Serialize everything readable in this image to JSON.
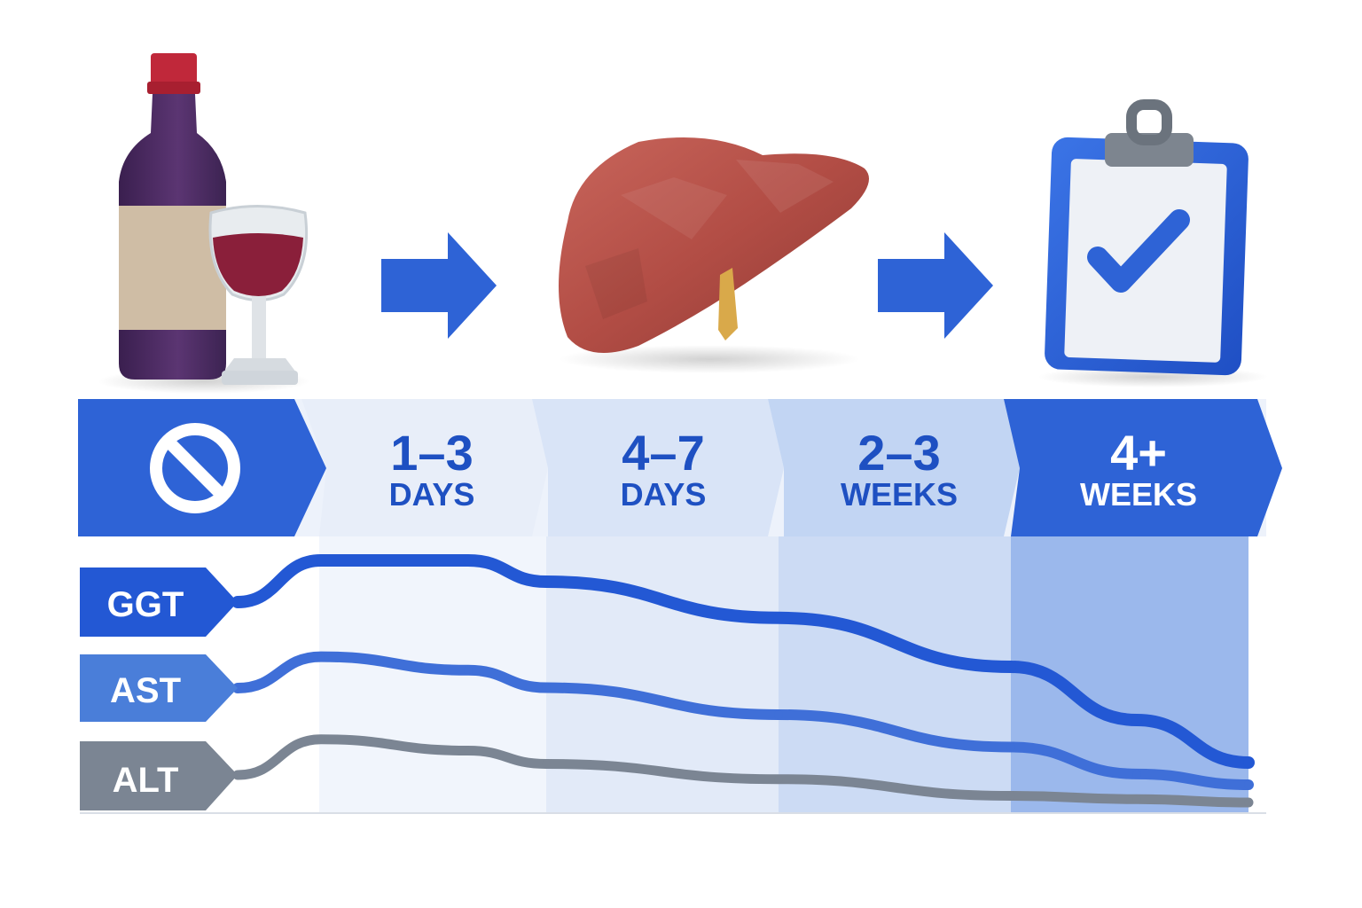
{
  "colors": {
    "accent": "#2e63d6",
    "accent_dark": "#1e4fc0",
    "ggt_line": "#2358d4",
    "ast_line": "#3f6fd8",
    "alt_line": "#7b8593",
    "ast_label_bg": "#4a7ed9",
    "alt_label_bg": "#7b8593",
    "wine": "#4a2a5e",
    "liver": "#b5524a",
    "stage_text": "#1e50c2"
  },
  "icons": {
    "start": "wine-bottle-and-glass-icon",
    "middle": "liver-icon",
    "end": "clipboard-check-icon",
    "stop": "no-symbol-icon",
    "arrow": "arrow-right-icon"
  },
  "timeline": {
    "stages": [
      {
        "value": "1–3",
        "unit": "DAYS"
      },
      {
        "value": "4–7",
        "unit": "DAYS"
      },
      {
        "value": "2–3",
        "unit": "WEEKS"
      },
      {
        "value": "4+",
        "unit": "WEEKS"
      }
    ]
  },
  "chart_data": {
    "type": "line",
    "categories": [
      "1–3 DAYS",
      "4–7 DAYS",
      "2–3 WEEKS",
      "4+ WEEKS"
    ],
    "series": [
      {
        "name": "GGT",
        "levels": [
          0.0,
          0.95,
          0.95,
          0.85,
          0.68,
          0.45,
          0.2,
          0.0
        ]
      },
      {
        "name": "AST",
        "levels": [
          0.0,
          0.95,
          0.85,
          0.72,
          0.52,
          0.28,
          0.08,
          0.0
        ]
      },
      {
        "name": "ALT",
        "levels": [
          0.0,
          0.95,
          0.78,
          0.58,
          0.35,
          0.1,
          0.05,
          0.0
        ]
      }
    ]
  }
}
